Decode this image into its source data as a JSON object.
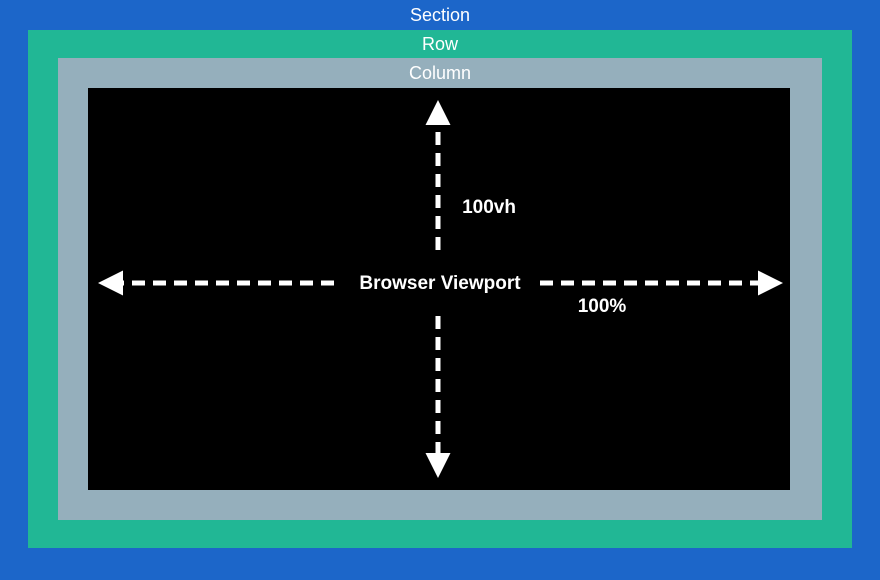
{
  "layers": {
    "section": {
      "label": "Section"
    },
    "row": {
      "label": "Row"
    },
    "column": {
      "label": "Column"
    }
  },
  "viewport": {
    "title": "Browser Viewport",
    "height_label": "100vh",
    "width_label": "100%"
  },
  "colors": {
    "section": "#1c66c9",
    "row": "#21b795",
    "column": "#95afbc",
    "viewport": "#000000",
    "label_text": "#ffffff",
    "arrow": "#ffffff"
  }
}
